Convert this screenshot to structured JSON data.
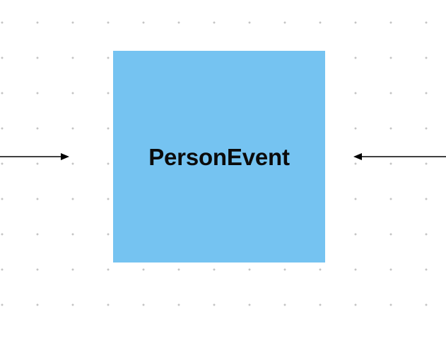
{
  "diagram": {
    "node": {
      "label": "PersonEvent",
      "fill": "#75c3f1",
      "text_color": "#0b0b0b"
    },
    "edges": [
      {
        "from": "offscreen-left",
        "to": "node",
        "direction": "right"
      },
      {
        "from": "offscreen-right",
        "to": "node",
        "direction": "left"
      }
    ],
    "colors": {
      "background": "#ffffff",
      "grid_dot": "#c4c4c4",
      "arrow": "#000000"
    }
  }
}
